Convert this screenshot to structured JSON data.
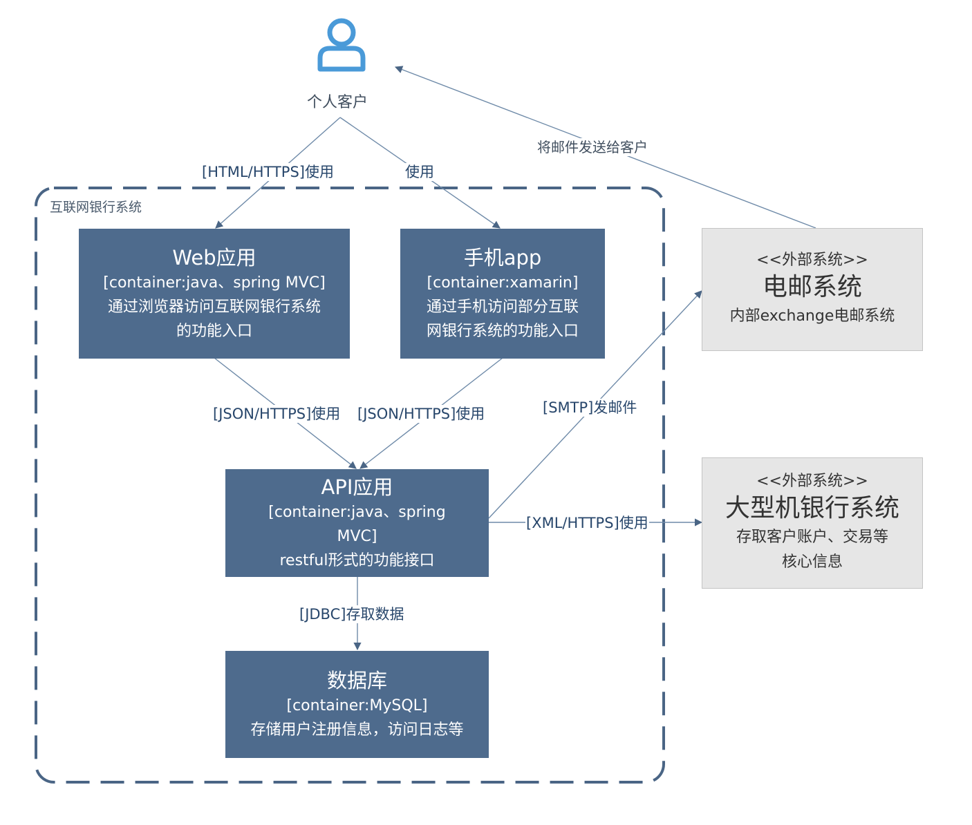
{
  "person": {
    "label": "个人客户",
    "icon": "user-icon"
  },
  "boundary": {
    "label": "互联网银行系统"
  },
  "containers": {
    "web": {
      "title": "Web应用",
      "tech": "[container:java、spring MVC]",
      "desc1": "通过浏览器访问互联网银行系统",
      "desc2": "的功能入口"
    },
    "mobile": {
      "title": "手机app",
      "tech": "[container:xamarin]",
      "desc1": "通过手机访问部分互联",
      "desc2": "网银行系统的功能入口"
    },
    "api": {
      "title": "API应用",
      "tech1": "[container:java、spring",
      "tech2": "MVC]",
      "desc": "restful形式的功能接口"
    },
    "db": {
      "title": "数据库",
      "tech": "[container:MySQL]",
      "desc": "存储用户注册信息，访问日志等"
    }
  },
  "external": {
    "mail": {
      "stereotype": "<<外部系统>>",
      "name": "电邮系统",
      "desc": "内部exchange电邮系统"
    },
    "mainframe": {
      "stereotype": "<<外部系统>>",
      "name": "大型机银行系统",
      "desc1": "存取客户账户、交易等",
      "desc2": "核心信息"
    }
  },
  "relations": {
    "person_web": "[HTML/HTTPS]使用",
    "person_mobile": "使用",
    "mail_person": "将邮件发送给客户",
    "web_api": "[JSON/HTTPS]使用",
    "mobile_api": "[JSON/HTTPS]使用",
    "api_mail": "[SMTP]发邮件",
    "api_mainframe": "[XML/HTTPS]使用",
    "api_db": "[JDBC]存取数据"
  },
  "colors": {
    "container": "#4e6b8d",
    "external": "#e6e6e6",
    "boundary": "#4a6585",
    "line": "#6e8aa8",
    "person_icon": "#4a9ad8"
  }
}
